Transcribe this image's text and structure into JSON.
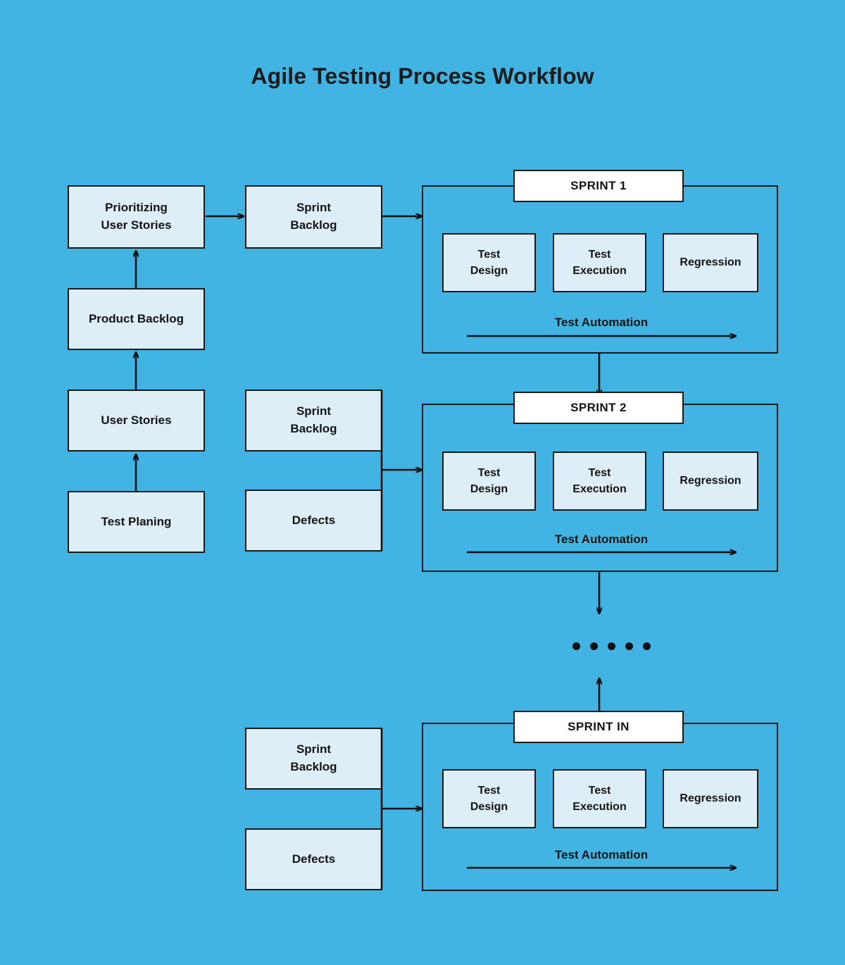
{
  "title": "Agile Testing Process Workflow",
  "colors": {
    "background": "#41b4e4",
    "box_fill": "#ddeef7",
    "label_fill": "#ffffff",
    "stroke": "#1a1a1a",
    "text": "#141414"
  },
  "left_column": {
    "prioritizing": "Prioritizing\nUser Stories",
    "product_backlog": "Product Backlog",
    "user_stories": "User Stories",
    "test_planing": "Test Planing"
  },
  "middle_column": {
    "sprint1_backlog": "Sprint\nBacklog",
    "sprint2_backlog": "Sprint\nBacklog",
    "sprint2_defects": "Defects",
    "sprintN_backlog": "Sprint\nBacklog",
    "sprintN_defects": "Defects"
  },
  "sprints": [
    {
      "label": "SPRINT 1",
      "steps": [
        "Test\nDesign",
        "Test\nExecution",
        "Regression"
      ],
      "automation": "Test Automation"
    },
    {
      "label": "SPRINT 2",
      "steps": [
        "Test\nDesign",
        "Test\nExecution",
        "Regression"
      ],
      "automation": "Test Automation"
    },
    {
      "label": "SPRINT IN",
      "steps": [
        "Test\nDesign",
        "Test\nExecution",
        "Regression"
      ],
      "automation": "Test Automation"
    }
  ],
  "ellipsis_dots": 5
}
